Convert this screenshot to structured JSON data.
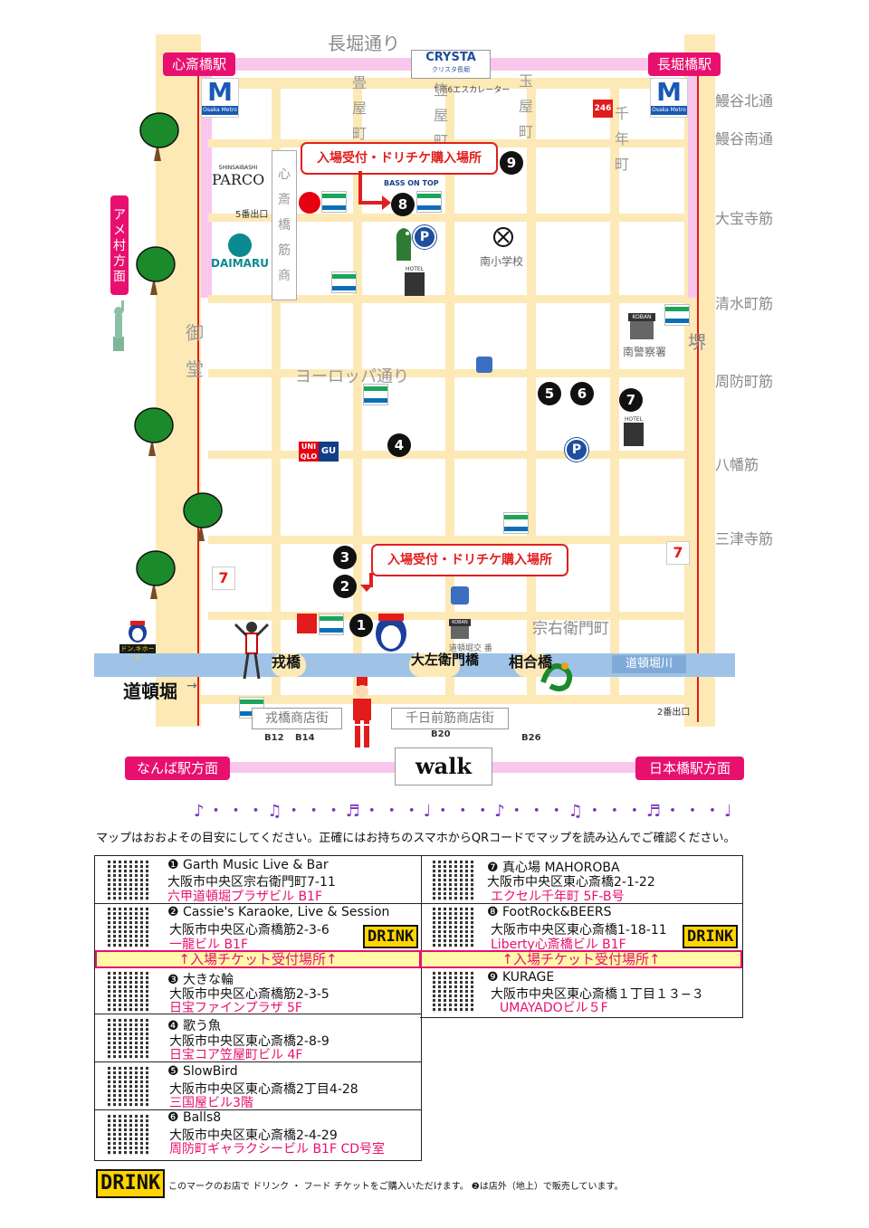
{
  "map": {
    "top_street": "長堀通り",
    "crysta": {
      "logo": "CRYSTA",
      "sub": "クリスタ長堀",
      "escalator": "↑南6エスカレーター"
    },
    "stations": {
      "shinsaibashi": "心斎橋駅",
      "nagahoribashi": "長堀橋駅",
      "namba": "なんば駅方面",
      "nipponbashi": "日本橋駅方面",
      "amemura": "アメ村方面"
    },
    "metro_logo": "Osaka Metro",
    "right_streets": [
      "鰻谷北通",
      "鰻谷南通",
      "大宝寺筋",
      "清水町筋",
      "周防町筋",
      "八幡筋",
      "三津寺筋"
    ],
    "vertical_streets": {
      "tatami": "畳屋町",
      "kasa": "笠屋町",
      "tama": "玉屋町",
      "sennen": "千年町",
      "shinsaibashisuji": "心斎橋筋商"
    },
    "mido": "御堂",
    "sakai": "堺",
    "europe": "ヨーロッパ通り",
    "soemon": "宗右衛門町",
    "parco": "SHINSAIBASHI PARCO",
    "parco_sub": "SHINSAIBASHI",
    "parco_main": "PARCO",
    "daimaru": "DAIMARU",
    "exit5": "5番出口",
    "exit2": "2番出口",
    "bass_on_top": "BASS ON TOP",
    "school": "南小学校",
    "police": "南警察署",
    "koban": "KOBAN",
    "koban_small": "道頓堀交 番",
    "hotel": "HOTEL",
    "uniqlo": "UNI QLO",
    "gu": "GU",
    "donki": "ドン.キホーテ",
    "store246": "246",
    "bridges": [
      "戎橋",
      "大左衛門橋",
      "相合橋"
    ],
    "dotonbori": "道頓堀",
    "dotonbori_arrow": "→",
    "river": "道頓堀川",
    "shoutengai": [
      "戎橋商店街",
      "千日前筋商店街"
    ],
    "exits_bottom": [
      "B12",
      "B14",
      "B20",
      "B26"
    ],
    "walk_logo": "walk",
    "reception_label": "入場受付・ドリチケ購入場所",
    "pins": [
      "1",
      "2",
      "3",
      "4",
      "5",
      "6",
      "7",
      "8",
      "9"
    ],
    "parking": "P"
  },
  "notes_line": "♪・・・♫・・・♬・・・♩・・・♪・・・♫・・・♬・・・♩",
  "notice": "マップはおおよその目安にしてください。正確にはお持ちのスマホからQRコードでマップを読み込んでご確認ください。",
  "venues_left": [
    {
      "name": "❶ Garth Music Live & Bar",
      "addr": "大阪市中央区宗右衛門町7-11",
      "bldg": "六甲道頓堀プラザビル B1F"
    },
    {
      "name": "❷ Cassie's Karaoke, Live & Session",
      "addr": "大阪市中央区心斎橋筋2-3-6",
      "bldg": "一龍ビル B1F"
    },
    {
      "name": "❸ 大きな輪",
      "addr": "大阪市中央区心斎橋筋2-3-5",
      "bldg": "日宝ファインプラザ 5F"
    },
    {
      "name": "❹ 歌う魚",
      "addr": "大阪市中央区東心斎橋2-8-9",
      "bldg": "日宝コア笠屋町ビル 4F"
    },
    {
      "name": "❺ SlowBird",
      "addr": "大阪市中央区東心斎橋2丁目4-28",
      "bldg": "三国屋ビル3階"
    },
    {
      "name": "❻ Balls8",
      "addr": "大阪市中央区東心斎橋2-4-29",
      "bldg": "周防町ギャラクシービル B1F CD号室"
    }
  ],
  "venues_right": [
    {
      "name": "❼ 真心場 MAHOROBA",
      "addr": "大阪市中央区東心斎橋2-1-22",
      "bldg": "エクセル千年町 5F-B号"
    },
    {
      "name": "❽ FootRock&BEERS",
      "addr": "大阪市中央区東心斎橋1-18-11",
      "bldg": "Liberty心斎橋ビル B1F"
    },
    {
      "name": "❾ KURAGE",
      "addr": "大阪市中央区東心斎橋１丁目１３−３",
      "bldg": "UMAYADOビル５F"
    }
  ],
  "drink_label": "DRINK",
  "ticket_band": "↑入場チケット受付場所↑",
  "footer_note": "このマークのお店で ドリンク ・ フード チケットをご購入いただけます。 ❷は店外（地上）で販売しています。",
  "colors": {
    "road": "#fde9b6",
    "station": "#e8106f",
    "river": "#9fc3e6",
    "line": "#e21b1b",
    "pink_band": "#f9c7ee"
  }
}
